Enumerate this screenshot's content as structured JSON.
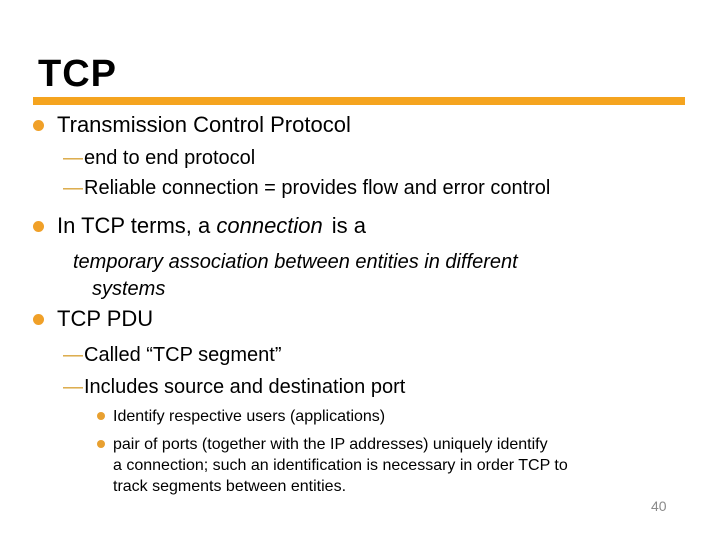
{
  "slide": {
    "title": "TCP",
    "page_number": "40",
    "dash": "—",
    "bullet1": {
      "label": "Transmission Control Protocol",
      "sub_a": "end to end protocol",
      "sub_b": "Reliable connection = provides flow and error control"
    },
    "bullet2": {
      "prefix": "In TCP terms, a ",
      "italic_word": "connection",
      "suffix": "is a",
      "detail": "temporary association between entities in different\nsystems"
    },
    "bullet3": {
      "label": "TCP PDU",
      "sub_a": "Called “TCP segment”",
      "sub_b": "Includes source and destination port",
      "sub_sub_a": "Identify respective users (applications)",
      "sub_sub_b": "pair of ports (together with the IP addresses) uniquely identify\na connection; such an identification is necessary in order TCP to\ntrack segments between entities."
    },
    "colors": {
      "accent_bar": "#F5A41F",
      "bullet_dot": "#F0A028",
      "dash_gold": "#D9A43B",
      "page_number_gray": "#8a8a8a"
    }
  }
}
